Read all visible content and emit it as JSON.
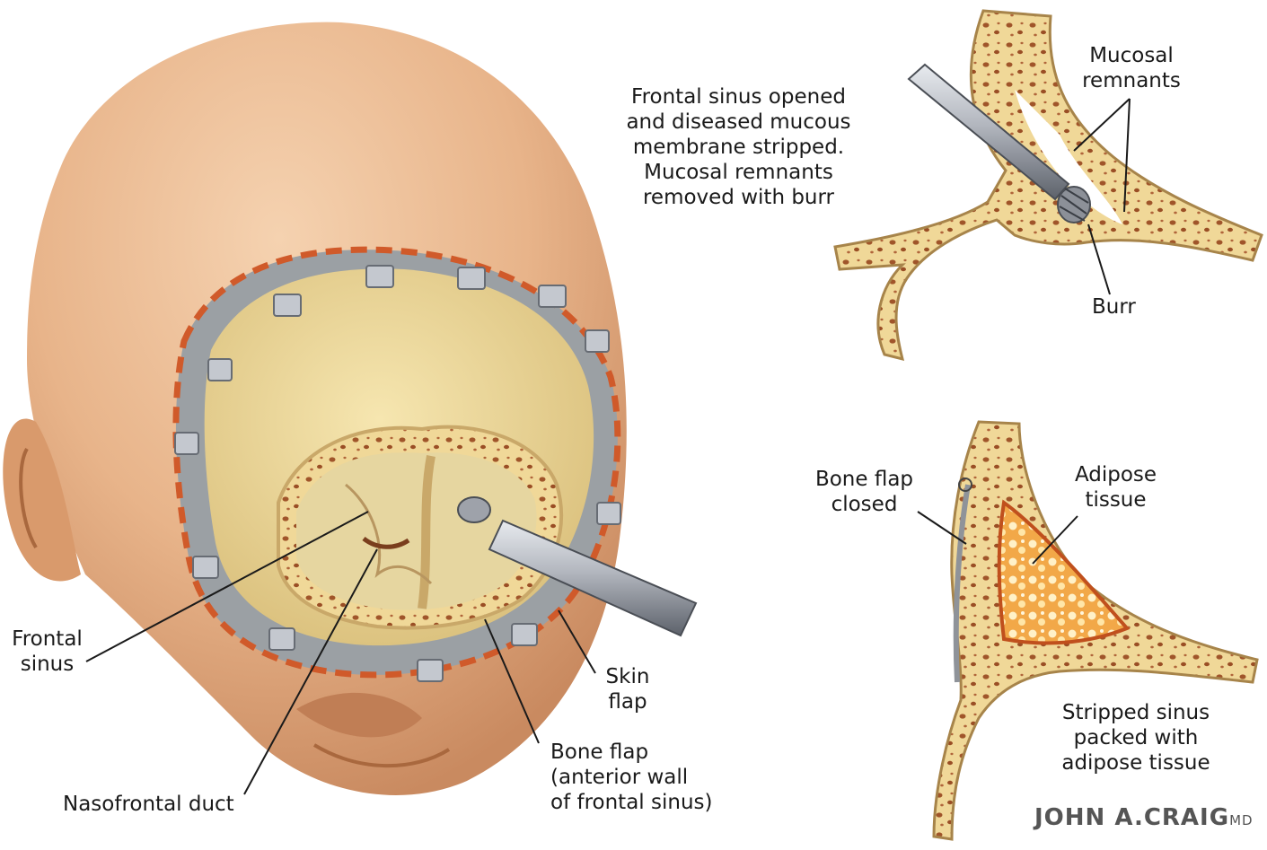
{
  "labels": {
    "sinus_opened": [
      "Frontal sinus opened",
      "and diseased mucous",
      "membrane stripped.",
      "Mucosal remnants",
      "removed with burr"
    ],
    "mucosal_remnants": [
      "Mucosal",
      "remnants"
    ],
    "burr": "Burr",
    "bone_flap_closed": [
      "Bone flap",
      "closed"
    ],
    "adipose_tissue": [
      "Adipose",
      "tissue"
    ],
    "stripped_sinus": [
      "Stripped sinus",
      "packed with",
      "adipose tissue"
    ],
    "frontal_sinus": [
      "Frontal",
      "sinus"
    ],
    "nasofrontal_duct": "Nasofrontal duct",
    "skin_flap": [
      "Skin",
      "flap"
    ],
    "bone_flap": [
      "Bone flap",
      "(anterior wall",
      "of frontal sinus)"
    ]
  },
  "signature": {
    "name": "JOHN A.CRAIG",
    "suffix": "MD"
  },
  "colors": {
    "skin": "#e8b48a",
    "skin_shadow": "#c98a60",
    "bone": "#f0d898",
    "marrow": "#a0552a",
    "sinus_cavity": "#e6d6a0",
    "retractor": "#b8bcc4",
    "incision": "#d05a2a",
    "adipose": "#f0a040"
  },
  "icons": [
    "burr-instrument-icon",
    "skin-retractor-clip-icon"
  ]
}
